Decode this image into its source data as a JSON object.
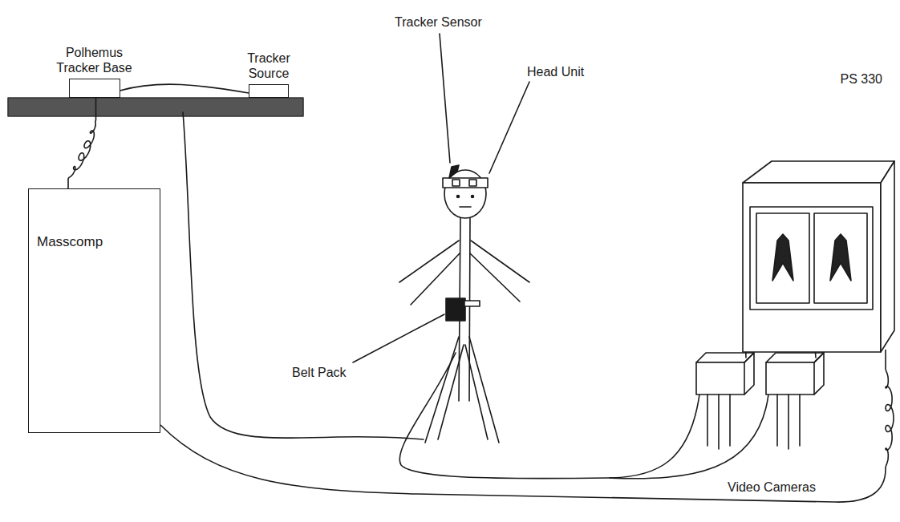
{
  "diagram": {
    "nodes": [
      {
        "text": [
          "Polhemus Tracker Base"
        ]
      },
      {
        "text": [
          "Tracker Source"
        ]
      },
      {
        "text": [
          "Masscomp"
        ]
      },
      {
        "text": [
          "PS 330"
        ]
      }
    ],
    "edges": [
      {
        "from": 0,
        "to": 1,
        "arrow": "none"
      },
      {
        "from": 2,
        "to": 0,
        "arrow": "none"
      },
      {
        "from": 2,
        "to": 3,
        "arrow": "none"
      }
    ],
    "labels": [
      "Tracker Sensor",
      "Head Unit",
      "Belt Pack",
      "Video Cameras"
    ]
  }
}
